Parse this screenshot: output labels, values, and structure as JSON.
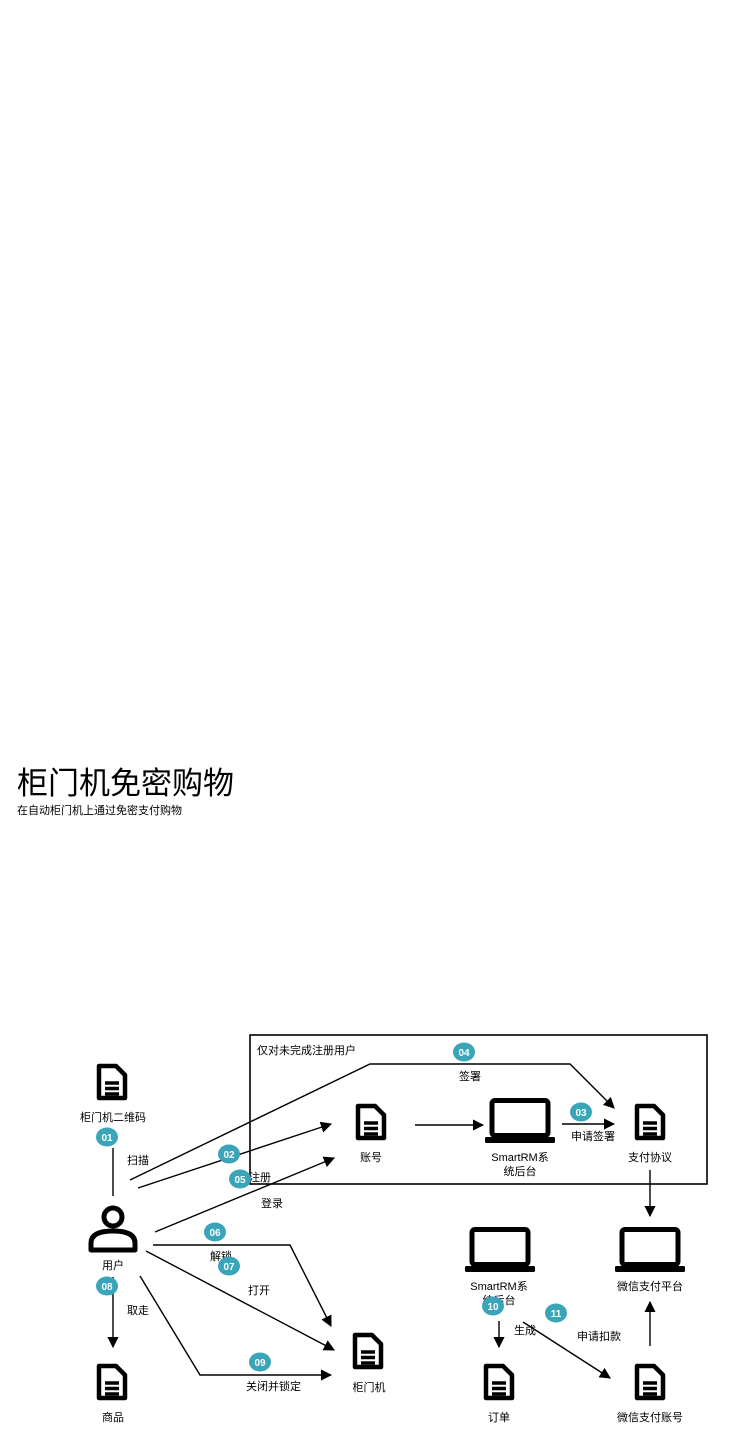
{
  "header": {
    "title": "柜门机免密购物",
    "subtitle": "在自动柜门机上通过免密支付购物"
  },
  "diagram": {
    "region_label": "仅对未完成注册用户",
    "nodes": {
      "qrcode": {
        "label": "柜门机二维码",
        "icon": "document-icon"
      },
      "user": {
        "label": "用户",
        "icon": "person-icon"
      },
      "goods": {
        "label": "商品",
        "icon": "document-icon"
      },
      "account": {
        "label": "账号",
        "icon": "document-icon"
      },
      "backend1": {
        "label_line1": "SmartRM系",
        "label_line2": "统后台",
        "icon": "laptop-icon"
      },
      "agreement": {
        "label": "支付协议",
        "icon": "document-icon"
      },
      "cabinet": {
        "label": "柜门机",
        "icon": "document-icon"
      },
      "backend2": {
        "label_line1": "SmartRM系",
        "label_line2": "统后台",
        "icon": "laptop-icon"
      },
      "wechat_platform": {
        "label": "微信支付平台",
        "icon": "laptop-icon"
      },
      "order": {
        "label": "订单",
        "icon": "document-icon"
      },
      "wechat_account": {
        "label": "微信支付账号",
        "icon": "document-icon"
      }
    },
    "steps": [
      {
        "num": "01",
        "label": "扫描"
      },
      {
        "num": "02",
        "label": "注册"
      },
      {
        "num": "03",
        "label": "申请签署"
      },
      {
        "num": "04",
        "label": "签署"
      },
      {
        "num": "05",
        "label": "登录"
      },
      {
        "num": "06",
        "label": "解锁"
      },
      {
        "num": "07",
        "label": "打开"
      },
      {
        "num": "08",
        "label": "取走"
      },
      {
        "num": "09",
        "label": "关闭并锁定"
      },
      {
        "num": "10",
        "label": "生成"
      },
      {
        "num": "11",
        "label": "申请扣款"
      }
    ],
    "colors": {
      "badge": "#3aa5b9",
      "stroke": "#000000"
    }
  }
}
